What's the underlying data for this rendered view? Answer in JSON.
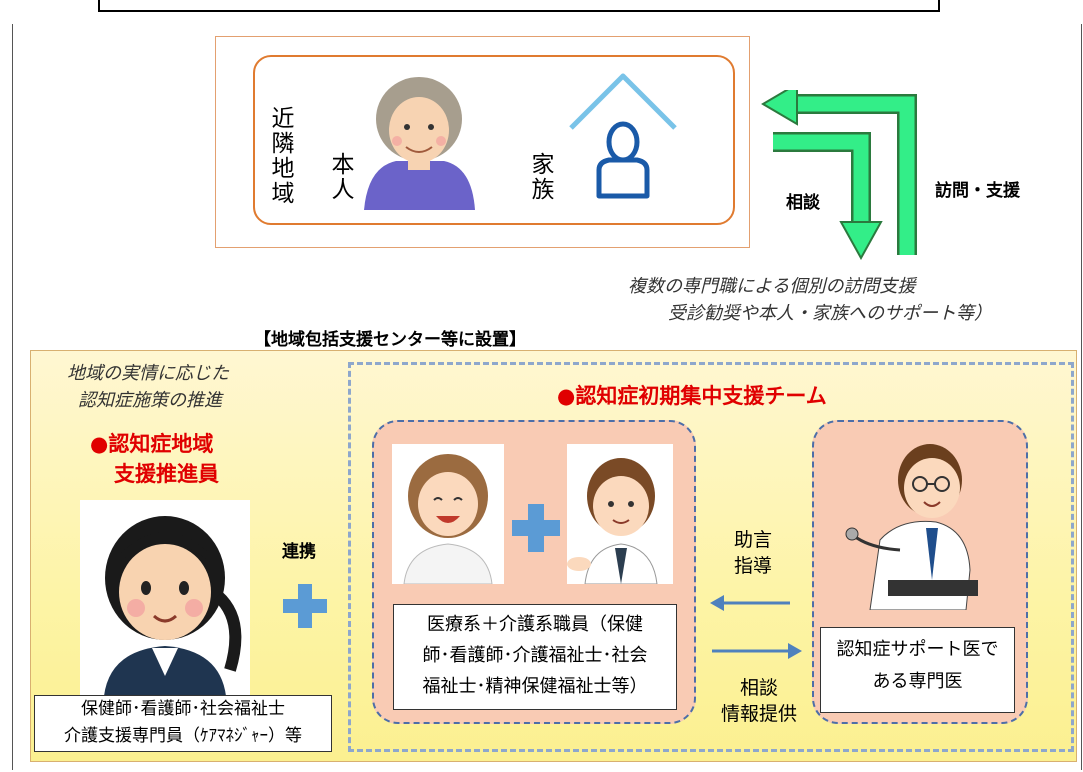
{
  "top": {
    "side_label": "近隣地域",
    "person_label": "本人",
    "family_label": "家族",
    "consult_label": "相談",
    "visit_label": "訪問・支援",
    "caption_line1": "複数の専門職による個別の訪問支援",
    "caption_line2": "受診勧奨や本人・家族へのサポート等）"
  },
  "center_heading": "【地域包括支援センター等に設置】",
  "left": {
    "promo_line1": "地域の実情に応じた",
    "promo_line2": "認知症施策の推進",
    "title_line1": "●認知症地域",
    "title_line2": "支援推進員",
    "staff_line1": "保健師･看護師･社会福祉士",
    "staff_line2": "介護支援専門員（ｹｱﾏﾈｼﾞｬｰ）等",
    "link_label": "連携"
  },
  "team": {
    "title": "●認知症初期集中支援チーム",
    "staff_line1": "医療系＋介護系職員（保健",
    "staff_line2": "師･看護師･介護福祉士･社会",
    "staff_line3": "福祉士･精神保健福祉士等）",
    "advice_line1": "助言",
    "advice_line2": "指導",
    "consult_line1": "相談",
    "consult_line2": "情報提供",
    "doctor_line1": "認知症サポート医で",
    "doctor_line2": "ある専門医"
  },
  "colors": {
    "accent_red": "#e00000",
    "arrow_green": "#33ee88",
    "plus_blue": "#5b9bd5",
    "team_border": "#8ea7cc",
    "pink": "#f9cbb4",
    "yellow": "#fdf4a6"
  }
}
